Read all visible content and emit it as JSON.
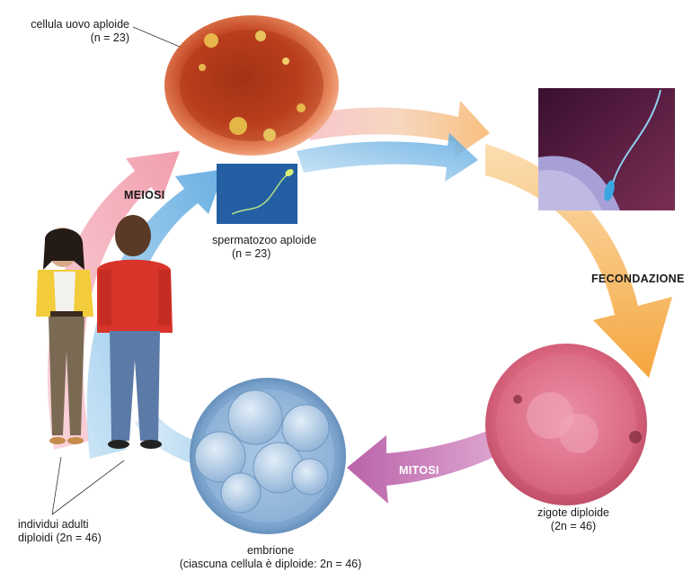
{
  "labels": {
    "egg_cell": {
      "name": "cellula uovo aploide",
      "count": "(n = 23)"
    },
    "sperm": {
      "name": "spermatozoo aploide",
      "count": "(n = 23)"
    },
    "zygote": {
      "name": "zigote diploide",
      "count": "(2n = 46)"
    },
    "embryo": {
      "name": "embrione",
      "note": "(ciascuna cellula è diploide: 2n = 46)"
    },
    "adults": {
      "line1": "individui adulti",
      "line2": "diploidi (2n = 46)"
    }
  },
  "stages": {
    "meiosis": "MEIOSI",
    "fertilization": "FECONDAZIONE",
    "mitosis": "MITOSI"
  },
  "colors": {
    "pink_arrow": "#f4a9b3",
    "blue_arrow": "#8fc5ea",
    "orange_arrow": "#f6b04a",
    "purple_arrow": "#c772b4",
    "egg_core": "#c23a1e",
    "zygote": "#d9687f",
    "embryo": "#7fa8cf"
  }
}
